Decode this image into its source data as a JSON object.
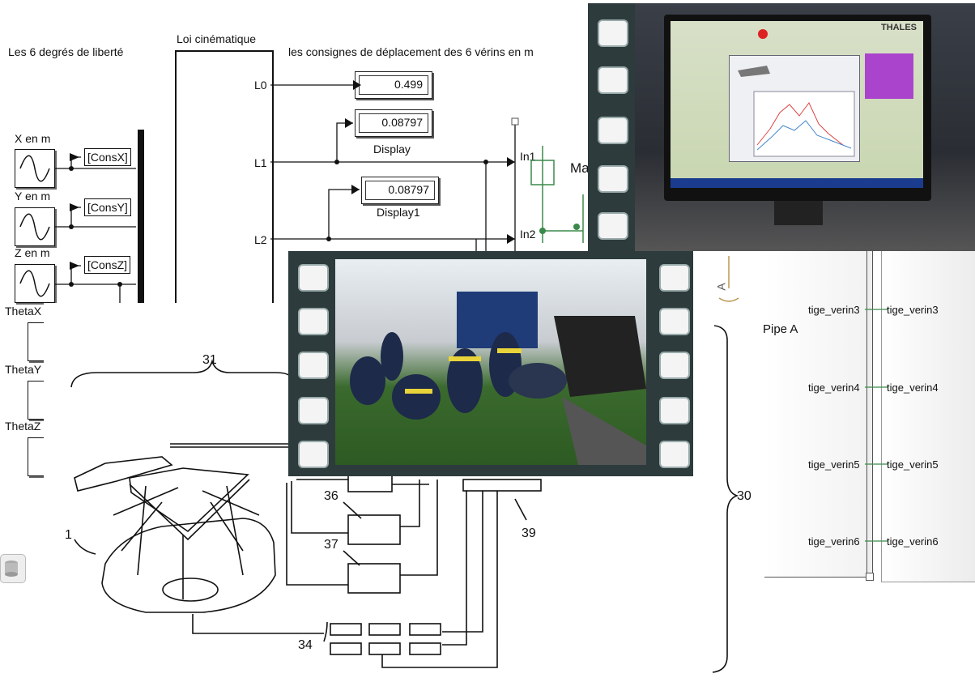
{
  "simulink": {
    "title_dof": "Les 6 degrés de liberté",
    "title_kin": "Loi cinématique",
    "title_cons": "les consignes de déplacement des 6 vérins en m",
    "sources": [
      "X en m",
      "Y en m",
      "Z en m",
      "ThetaX",
      "ThetaY",
      "ThetaZ"
    ],
    "tags": [
      "[ConsX]",
      "[ConsY]",
      "[ConsZ]"
    ],
    "ports_out": [
      "L0",
      "L1",
      "L2"
    ],
    "ports_in": [
      "In1",
      "In2"
    ],
    "displays": [
      {
        "value": "0.499",
        "label": ""
      },
      {
        "value": "0.08797",
        "label": "Display"
      },
      {
        "value": "0.08797",
        "label": "Display1"
      }
    ],
    "partial_label": "Ma"
  },
  "pipe": {
    "name": "Pipe A",
    "left_labels": [
      "tige_verin3",
      "tige_verin4",
      "tige_verin5",
      "tige_verin6"
    ],
    "right_labels": [
      "tige_verin3",
      "tige_verin4",
      "tige_verin5",
      "tige_verin6"
    ],
    "axis_letter": "A"
  },
  "patent": {
    "refs": [
      "31",
      "1",
      "36",
      "37",
      "39",
      "34",
      "30"
    ]
  },
  "monitor": {
    "brand": "THALES"
  },
  "colors": {
    "film": "#2d3b3d",
    "port_green": "#3a8a4a"
  }
}
